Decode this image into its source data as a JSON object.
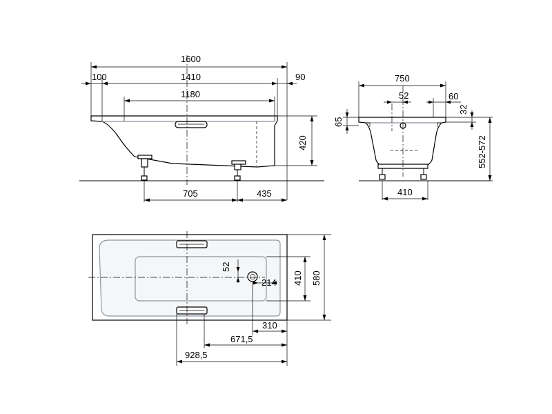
{
  "side_view": {
    "dims": {
      "overall_length": "1600",
      "left_rim": "100",
      "inner_length": "1410",
      "right_rim": "90",
      "bottom_length": "1180",
      "height": "420",
      "foot_spacing": "705",
      "foot_offset": "435"
    }
  },
  "end_view": {
    "dims": {
      "width": "750",
      "drain_offset": "52",
      "rim_offset": "60",
      "rim_depth": "65",
      "rim_step": "32",
      "height_range": "552-572",
      "foot_width": "410"
    }
  },
  "plan_view": {
    "dims": {
      "drain_offset": "52",
      "drain_to_wall": "214",
      "bottom_width": "410",
      "overall_width": "580",
      "drain_distance": "310",
      "handle_distance": "671,5",
      "overall_distance": "928,5"
    }
  }
}
